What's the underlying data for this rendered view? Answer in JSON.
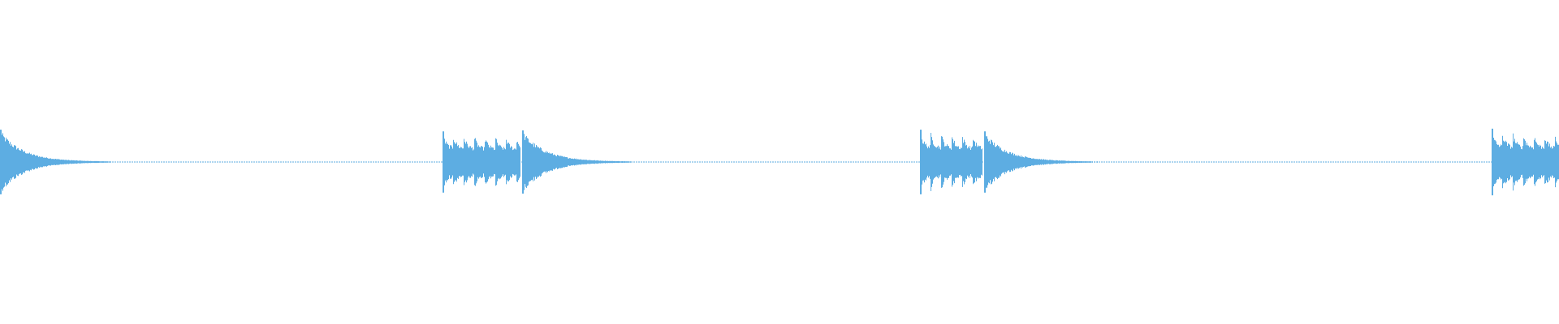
{
  "waveform": {
    "color": "#5dade2",
    "background": "#ffffff",
    "duration_fraction_note": "",
    "onsets": [
      {
        "position": 0.0,
        "peak": 0.95,
        "type": "decay"
      },
      {
        "position": 0.284,
        "peak": 0.9,
        "type": "burst",
        "burst_end": 0.334
      },
      {
        "position": 0.335,
        "peak": 0.93,
        "type": "decay"
      },
      {
        "position": 0.59,
        "peak": 0.95,
        "type": "burst",
        "burst_end": 0.63
      },
      {
        "position": 0.631,
        "peak": 0.9,
        "type": "decay"
      },
      {
        "position": 0.957,
        "peak": 0.98,
        "type": "burst",
        "burst_end": 1.0
      }
    ]
  }
}
